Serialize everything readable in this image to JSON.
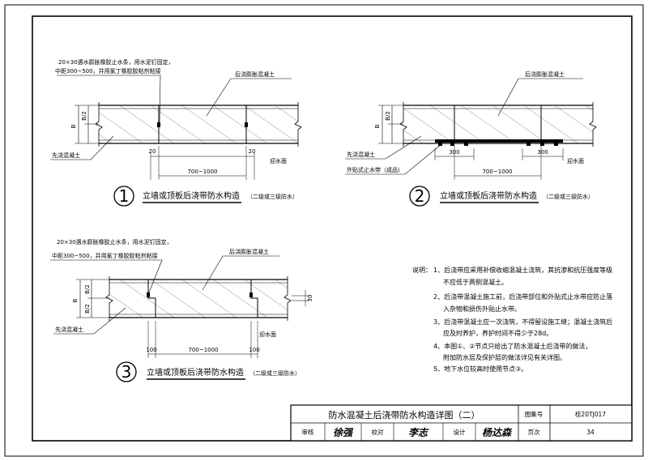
{
  "d1": {
    "note_line1": "20×30遇水膨胀橡胶止水条，用水泥钉固定，",
    "note_line2": "中距300~500，并用氯丁橡胶胶粘剂粘接",
    "label_post": "后浇膨胀混凝土",
    "label_pre": "先浇混凝土",
    "label_face": "迎水面",
    "dim_b": "B",
    "dim_b2": "B/2",
    "dim_20a": "20",
    "dim_20b": "20",
    "dim_span": "700~1000",
    "number": "1",
    "title": "立墙或顶板后浇带防水构造",
    "grade": "（二级或三级防水）"
  },
  "d2": {
    "label_post": "后浇膨胀混凝土",
    "label_pre": "先浇混凝土",
    "label_tape": "外贴式止水带（成品）",
    "label_face": "迎水面",
    "dim_b": "B",
    "dim_b2": "B/2",
    "dim_300a": "300",
    "dim_300b": "300",
    "dim_span": "700~1000",
    "number": "2",
    "title": "立墙或顶板后浇带防水构造",
    "grade": "（二级或三级防水）"
  },
  "d3": {
    "note_line1": "20×30遇水膨胀橡胶止水条，用水泥钉固定，",
    "note_line2": "中距300~500，并用氯丁橡胶胶粘剂粘接",
    "label_post": "后浇膨胀混凝土",
    "label_pre": "先浇混凝土",
    "label_face": "迎水面",
    "dim_b": "B",
    "dim_b2a": "B/2",
    "dim_b2b": "B/2",
    "dim_30": "30",
    "dim_100a": "100",
    "dim_100b": "100",
    "dim_span": "700~1000",
    "number": "3",
    "title": "立墙或顶板后浇带防水构造",
    "grade": "（二级或三级防水）"
  },
  "notes": {
    "heading": "说明：",
    "items": [
      "1、后浇带应采用补偿收缩混凝土浇筑，其抗渗和抗压强度等级",
      "不应低于两侧混凝土。",
      "2、后浇带混凝土施工前，后浇带部位和外贴式止水带应防止落",
      "入杂物和损伤外贴止水带。",
      "3、后浇带混凝土应一次浇筑，不得留设施工缝；混凝土浇筑后",
      "应及时养护，养护时间不得少于28d。",
      "4、本图①、②节点只给出了防水混凝土后浇带的做法，",
      "附加防水层及保护层的做法详见有关详图。",
      "5、地下水位较高时使用节点③。"
    ]
  },
  "title_block": {
    "title": "防水混凝土后浇带防水构造详图（二）",
    "atlas_label": "图集号",
    "atlas_value": "桂20TJ017",
    "review_label": "审核",
    "review_sig": "徐强",
    "check_label": "校对",
    "check_sig": "李志",
    "design_label": "设计",
    "design_sig": "杨达森",
    "page_label": "页次",
    "page_value": "34"
  }
}
